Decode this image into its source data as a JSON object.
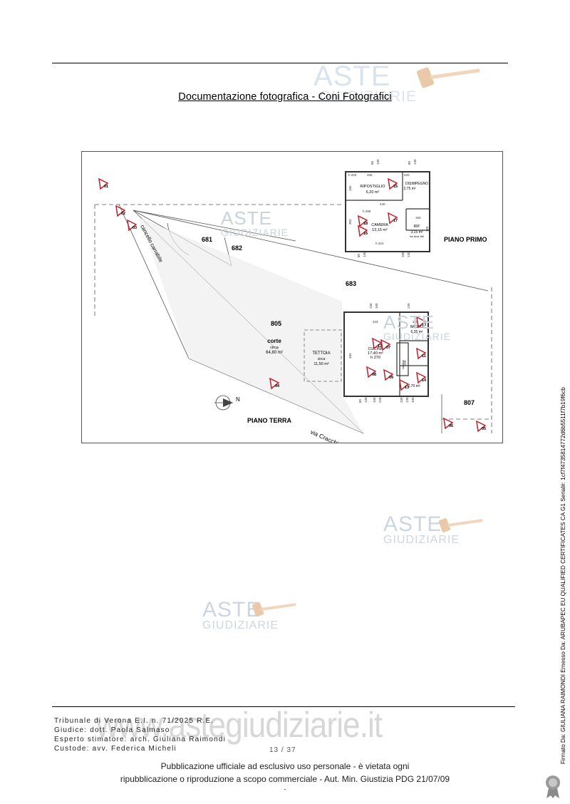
{
  "doc": {
    "title": "Documentazione fotografica - Coni Fotografici"
  },
  "watermark": {
    "line1": "ASTE",
    "line2": "GIUDIZIARIE",
    "url": "www.astegiudiziarie.it"
  },
  "plan": {
    "labels": {
      "parcel_681": "681",
      "parcel_682": "682",
      "parcel_683": "683",
      "parcel_805": "805",
      "parcel_807": "807",
      "piano_primo": "PIANO PRIMO",
      "piano_terra": "PIANO TERRA",
      "north": "N",
      "street": "via Cracchi Riva",
      "gate": "cancello carrabile",
      "corte": "corte",
      "corte_circa": "circa",
      "corte_area": "64,80 m²",
      "tettoia": "TETTOIA",
      "tettoia_circa": "circa",
      "tettoia_area": "11,50 m²",
      "ripostiglio": "RIPOSTIGLIO",
      "ripostiglio_area": "6,20 m²",
      "disimpegno": "DISIMPEGNO",
      "disimpegno_area": "2,75 m²",
      "camera": "CAMERA",
      "camera_area": "13,15 m²",
      "rip": "RIP.",
      "rip_area": "3,15 m²",
      "rip_note": "hm circa 180",
      "cucina": "CUCINA",
      "cucina_area": "17,40 m²",
      "cucina_h": "h 270",
      "bagno": "BAGNO",
      "bagno_area": "6,35 m²",
      "ingresso_area": "2,70 m²",
      "camino": "camino"
    },
    "dims": {
      "h220": "h 220",
      "d335": "335",
      "d220": "220",
      "d440": "440",
      "h298": "h 298",
      "h224": "h 224",
      "d150": "150",
      "d190": "190",
      "d165": "165",
      "d303": "303",
      "d125": "125",
      "d80a": "80",
      "d130a": "130",
      "d80b": "80",
      "d130b": "130",
      "d100a": "100",
      "d130c": "130",
      "d343": "343",
      "d180": "180",
      "d483": "483",
      "d80c": "80",
      "d130d": "130",
      "d100b": "100",
      "d220b": "220",
      "d100c": "100",
      "d130e": "130",
      "d130f": "130",
      "d100d": "100",
      "d130g": "130",
      "d100e": "100",
      "d80d": "80",
      "d130h": "130"
    },
    "cones": [
      "01",
      "02",
      "03",
      "04",
      "05",
      "06",
      "07",
      "08",
      "09",
      "10",
      "11",
      "12",
      "13",
      "14",
      "15",
      "16",
      "17",
      "18"
    ]
  },
  "footer": {
    "lines": [
      "Tribunale di Verona E.I. n. 71/2025 R.E.",
      "Giudice: dott. Paola Salmaso",
      "Esperto stimatore: arch. Giuliana Raimondi",
      "Custode: avv. Federica Micheli"
    ],
    "page": "13 / 37",
    "pub_line1": "Pubblicazione ufficiale ad esclusivo uso personale - è vietata ogni",
    "pub_line2": "ripubblicazione o riproduzione a scopo commerciale - Aut. Min. Giustizia PDG 21/07/09",
    "dash": "-"
  },
  "signature": {
    "text": "Firmato Da: GIULIANA RAIMONDI Emesso Da: ARUBAPEC EU QUALIFIED CERTIFICATES CA G1 Serial#: 1cf7f4735814772d6b5511f7b19f6cb"
  },
  "colors": {
    "cone": "#c0202a",
    "watermark": "#dbe3ec",
    "gavel": "#e9c9a8"
  }
}
